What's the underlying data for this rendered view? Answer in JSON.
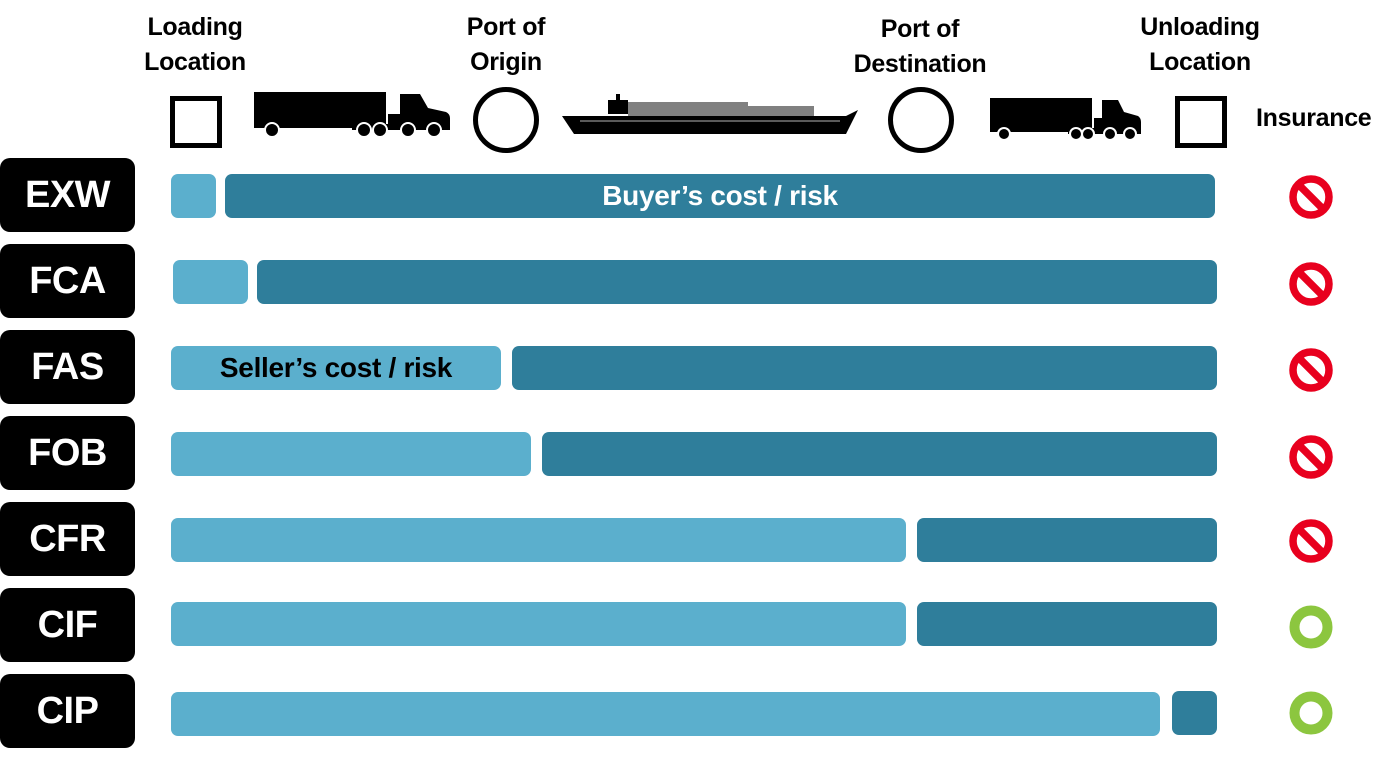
{
  "header": {
    "stops": [
      {
        "label": "Loading\nLocation"
      },
      {
        "label": "Port of\nOrigin"
      },
      {
        "label": "Port of\nDestination"
      },
      {
        "label": "Unloading\nLocation"
      }
    ],
    "insurance_label": "Insurance",
    "icons": [
      "square-icon",
      "truck-icon",
      "circle-icon",
      "ship-icon",
      "circle-icon",
      "truck-icon",
      "square-icon"
    ]
  },
  "terms": [
    {
      "code": "EXW",
      "seller_label": "",
      "buyer_label": "Buyer’s cost / risk",
      "insurance": "not-included"
    },
    {
      "code": "FCA",
      "seller_label": "",
      "buyer_label": "",
      "insurance": "not-included"
    },
    {
      "code": "FAS",
      "seller_label": "Seller’s cost / risk",
      "buyer_label": "",
      "insurance": "not-included"
    },
    {
      "code": "FOB",
      "seller_label": "",
      "buyer_label": "",
      "insurance": "not-included"
    },
    {
      "code": "CFR",
      "seller_label": "",
      "buyer_label": "",
      "insurance": "not-included"
    },
    {
      "code": "CIF",
      "seller_label": "",
      "buyer_label": "",
      "insurance": "included"
    },
    {
      "code": "CIP",
      "seller_label": "",
      "buyer_label": "",
      "insurance": "included"
    }
  ],
  "colors": {
    "seller": "#5bafcd",
    "buyer": "#2f7e9b",
    "term_bg": "#000000",
    "not_included": "#e8001e",
    "included": "#8cc63f"
  }
}
